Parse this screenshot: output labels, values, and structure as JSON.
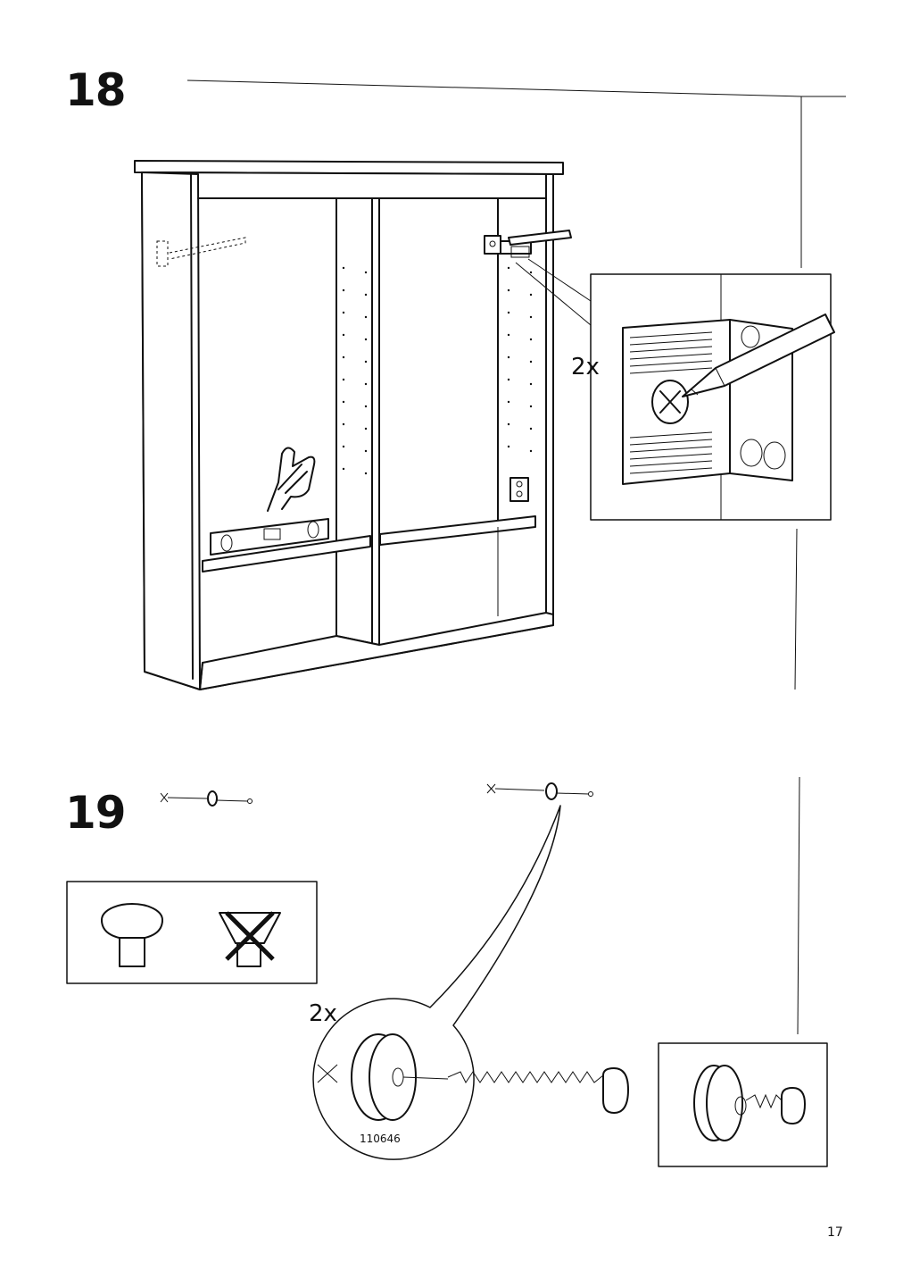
{
  "steps": [
    {
      "number": "18",
      "quantity": "2x"
    },
    {
      "number": "19",
      "quantity": "2x",
      "part_number": "110646"
    }
  ],
  "page_number": "17",
  "icons": [
    "wall-icon",
    "cabinet-icon",
    "spirit-level-icon",
    "hand-pointing-icon",
    "mounting-bracket-icon",
    "pencil-icon",
    "screw-icon",
    "wall-plug-icon",
    "correct-screw-head-icon",
    "wrong-screw-head-icon",
    "cross-mark-icon"
  ]
}
